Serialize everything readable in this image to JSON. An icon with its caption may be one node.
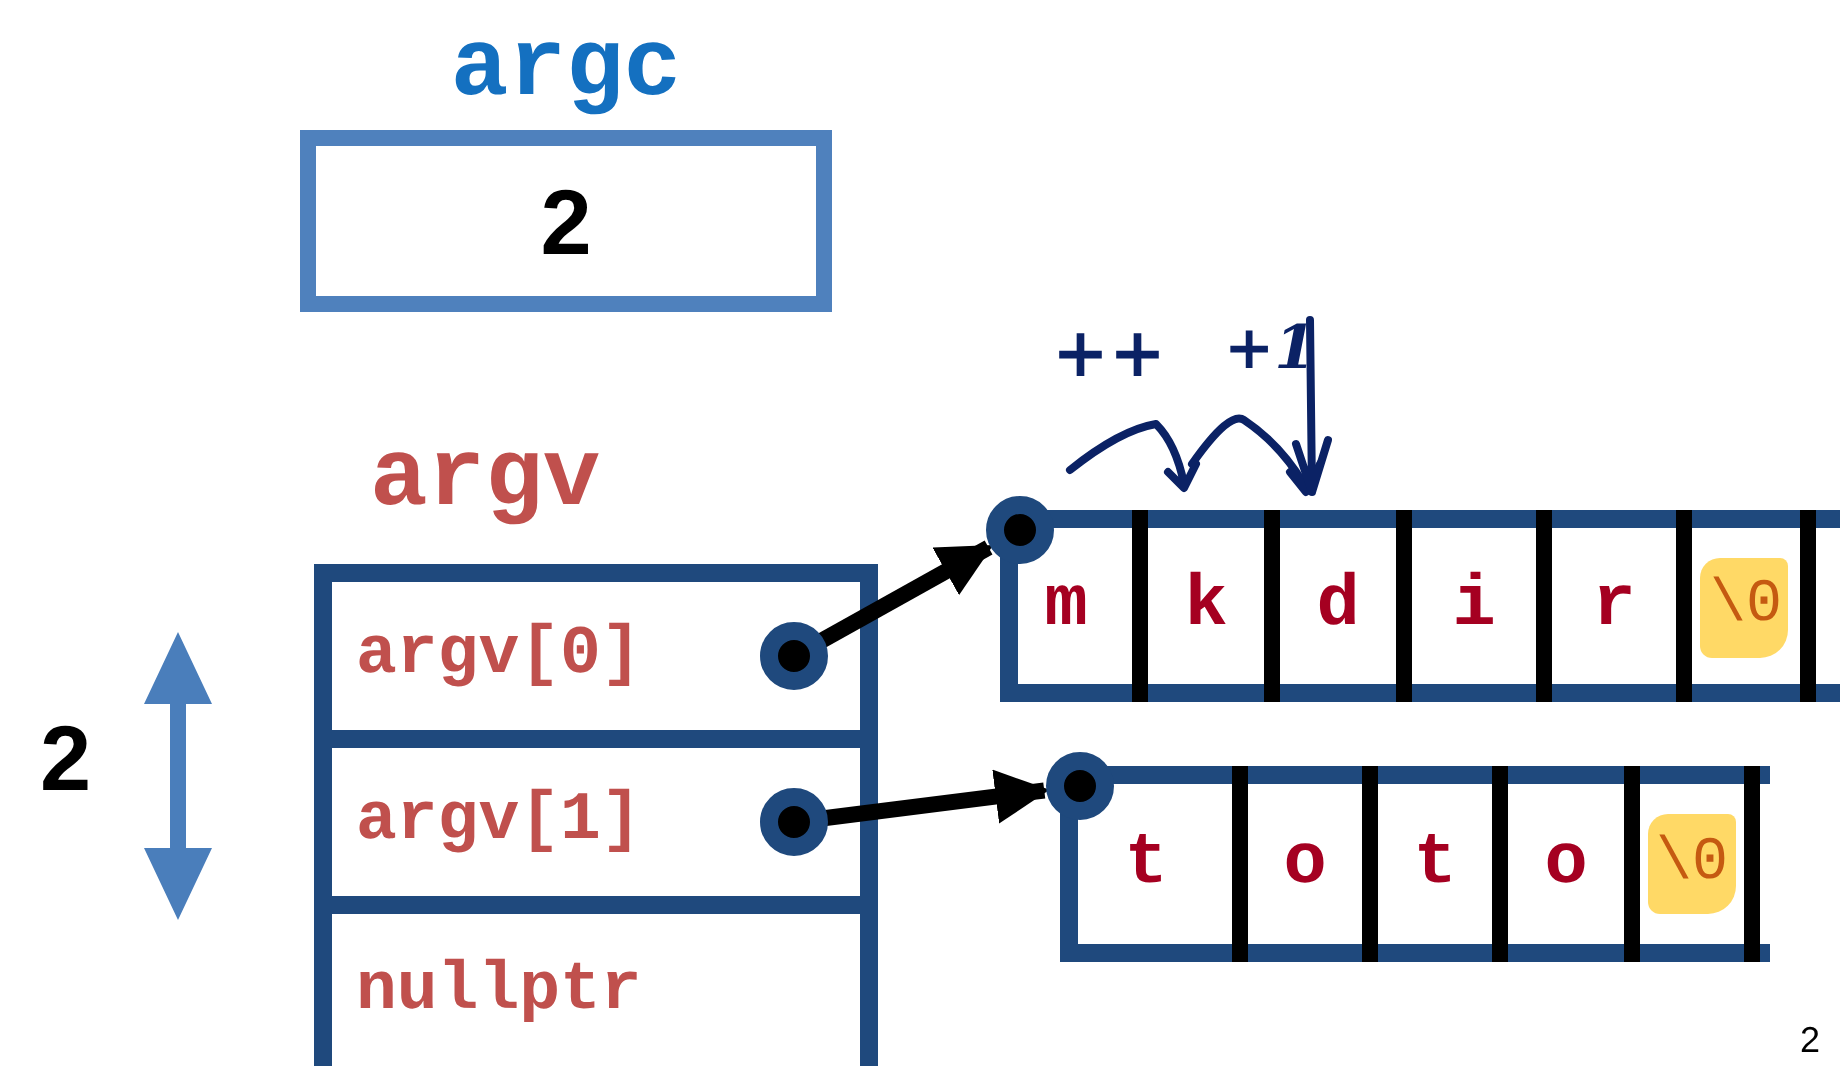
{
  "diagram": {
    "nodes": [
      {
        "text": [
          "argc",
          "2"
        ]
      },
      {
        "text": [
          "argv"
        ]
      },
      {
        "text": [
          "argv[0]"
        ],
        "in": 1
      },
      {
        "text": [
          "argv[1]"
        ],
        "in": 1
      },
      {
        "text": [
          "nullptr"
        ],
        "in": 1
      },
      {
        "text": [],
        "shape": "box"
      },
      {
        "text": [
          "m"
        ],
        "in": 5
      },
      {
        "text": [
          "k"
        ],
        "in": 5
      },
      {
        "text": [
          "d"
        ],
        "in": 5
      },
      {
        "text": [
          "i"
        ],
        "in": 5
      },
      {
        "text": [
          "r"
        ],
        "in": 5
      },
      {
        "text": [
          "\\0"
        ],
        "in": 5
      },
      {
        "text": [],
        "shape": "box"
      },
      {
        "text": [
          "t"
        ],
        "in": 12
      },
      {
        "text": [
          "o"
        ],
        "in": 12
      },
      {
        "text": [
          "t"
        ],
        "in": 12
      },
      {
        "text": [
          "o"
        ],
        "in": 12
      },
      {
        "text": [
          "\\0"
        ],
        "in": 12
      }
    ],
    "edges": [
      {
        "from": 2,
        "to": 5,
        "arrow": "to"
      },
      {
        "from": 3,
        "to": 12,
        "arrow": "to"
      }
    ],
    "labels": [
      "++",
      "+1",
      "2",
      "2"
    ]
  }
}
